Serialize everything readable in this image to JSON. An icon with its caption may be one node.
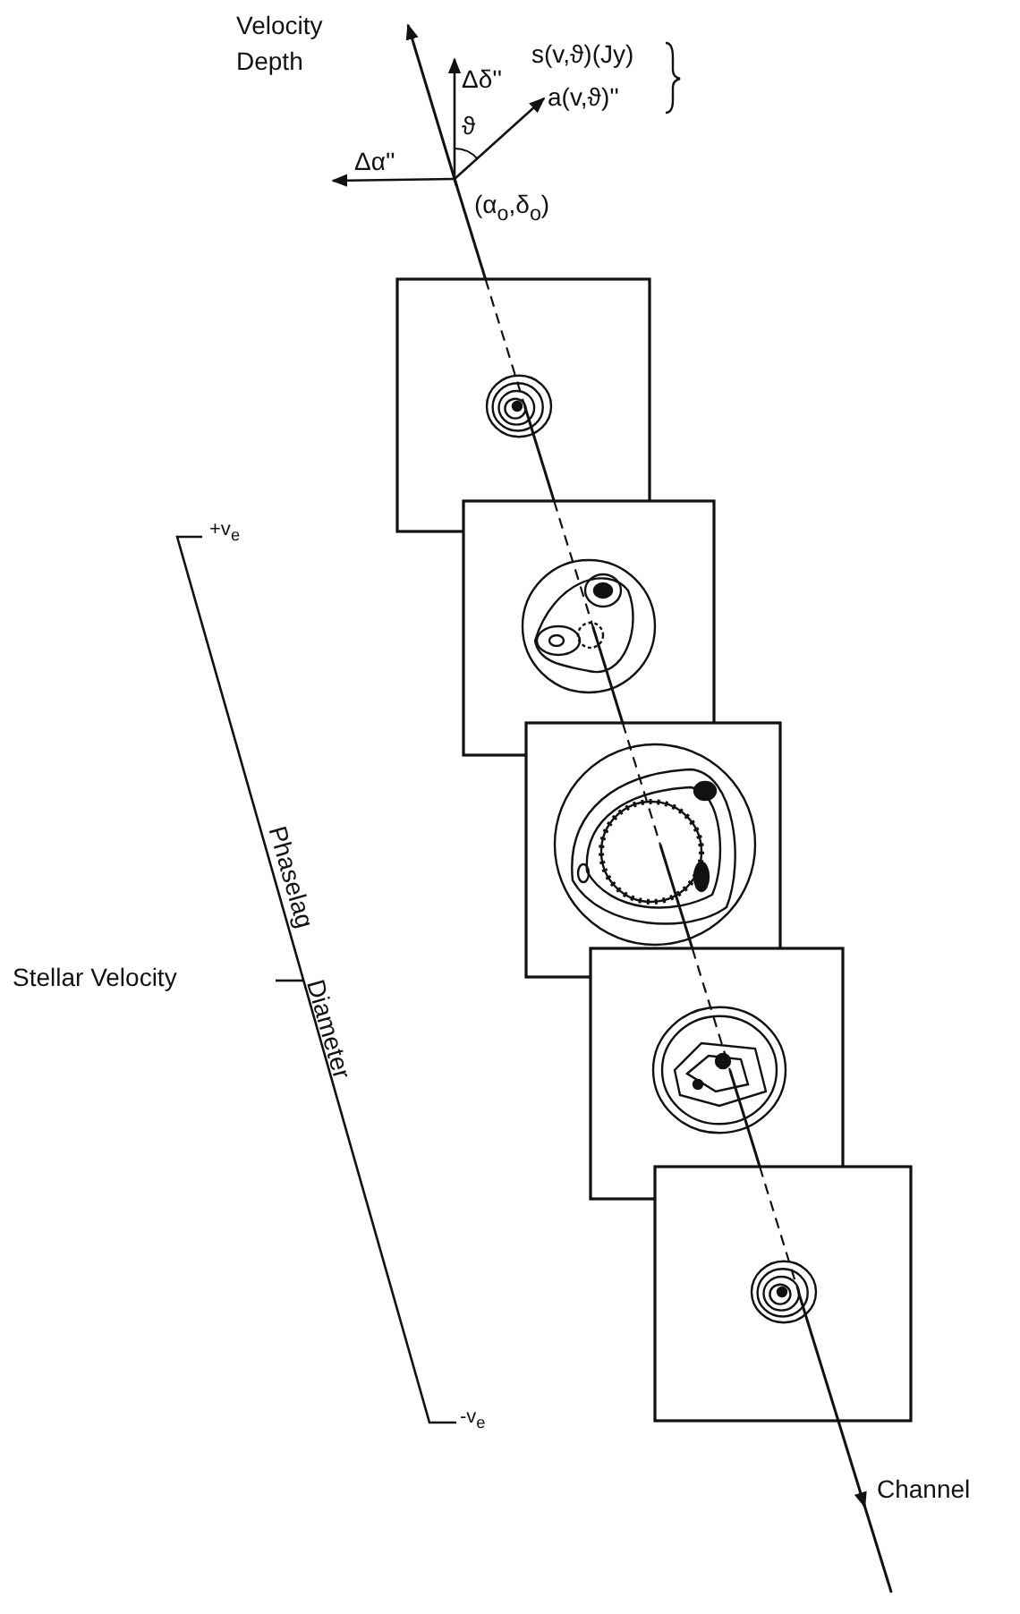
{
  "diagram": {
    "labels": [
      "Velocity",
      "Depth",
      "Δδ''",
      "s(v,ϑ)(Jy)",
      "a(v,ϑ)''",
      "ϑ",
      "Δα''",
      "(α$_{o}$,δ$_{o}$)",
      "+v$_{e}$",
      "Phaselag",
      "Stellar Velocity",
      "Diameter",
      "-v$_{e}$",
      "Channel"
    ]
  }
}
